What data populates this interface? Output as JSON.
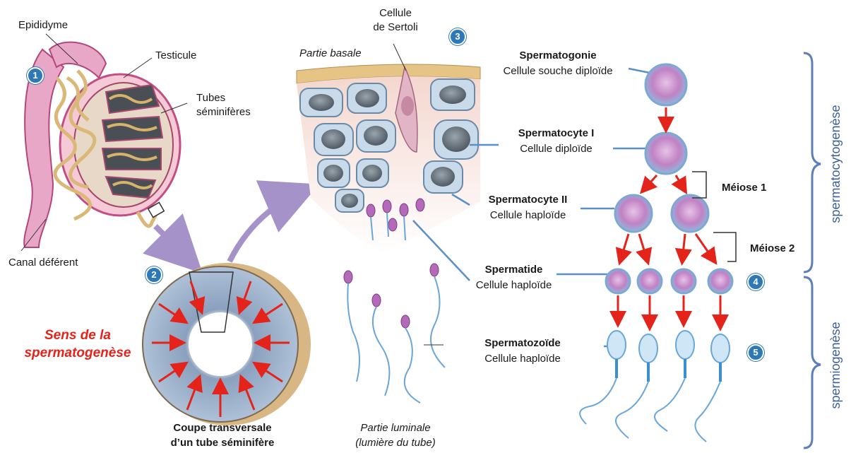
{
  "labels": {
    "epididyme": "Epididyme",
    "testicule": "Testicule",
    "tubes_1": "Tubes",
    "tubes_2": "séminifères",
    "canal": "Canal déférent",
    "sens_1": "Sens de la",
    "sens_2": "spermatogenèse",
    "coupe_1": "Coupe transversale",
    "coupe_2": "d’un tube séminifère",
    "sertoli_1": "Cellule",
    "sertoli_2": "de Sertoli",
    "partie_basale": "Partie basale",
    "luminale_1": "Partie luminale",
    "luminale_2": "(lumière du tube)",
    "spermatogonie": "Spermatogonie",
    "spermatogonie_sub": "Cellule souche diploïde",
    "spermatocyte1": "Spermatocyte I",
    "spermatocyte1_sub": "Cellule diploïde",
    "spermatocyte2": "Spermatocyte II",
    "spermatocyte2_sub": "Cellule haploïde",
    "spermatide": "Spermatide",
    "spermatide_sub": "Cellule haploïde",
    "spermatozoide": "Spermatozoïde",
    "spermatozoide_sub": "Cellule haploïde",
    "meiose1": "Méiose 1",
    "meiose2": "Méiose 2",
    "spermatocytogenese": "spermatocytogenèse",
    "spermiogenese": "spermiogenèse"
  },
  "badges": {
    "n1": "1",
    "n2": "2",
    "n3": "3",
    "n4": "4",
    "n5": "5"
  },
  "colors": {
    "accent_blue": "#2f78b7",
    "arrow_red": "#e4231b",
    "brace_blue": "#5b7fb8",
    "cell_purple": "#b46ab8"
  }
}
